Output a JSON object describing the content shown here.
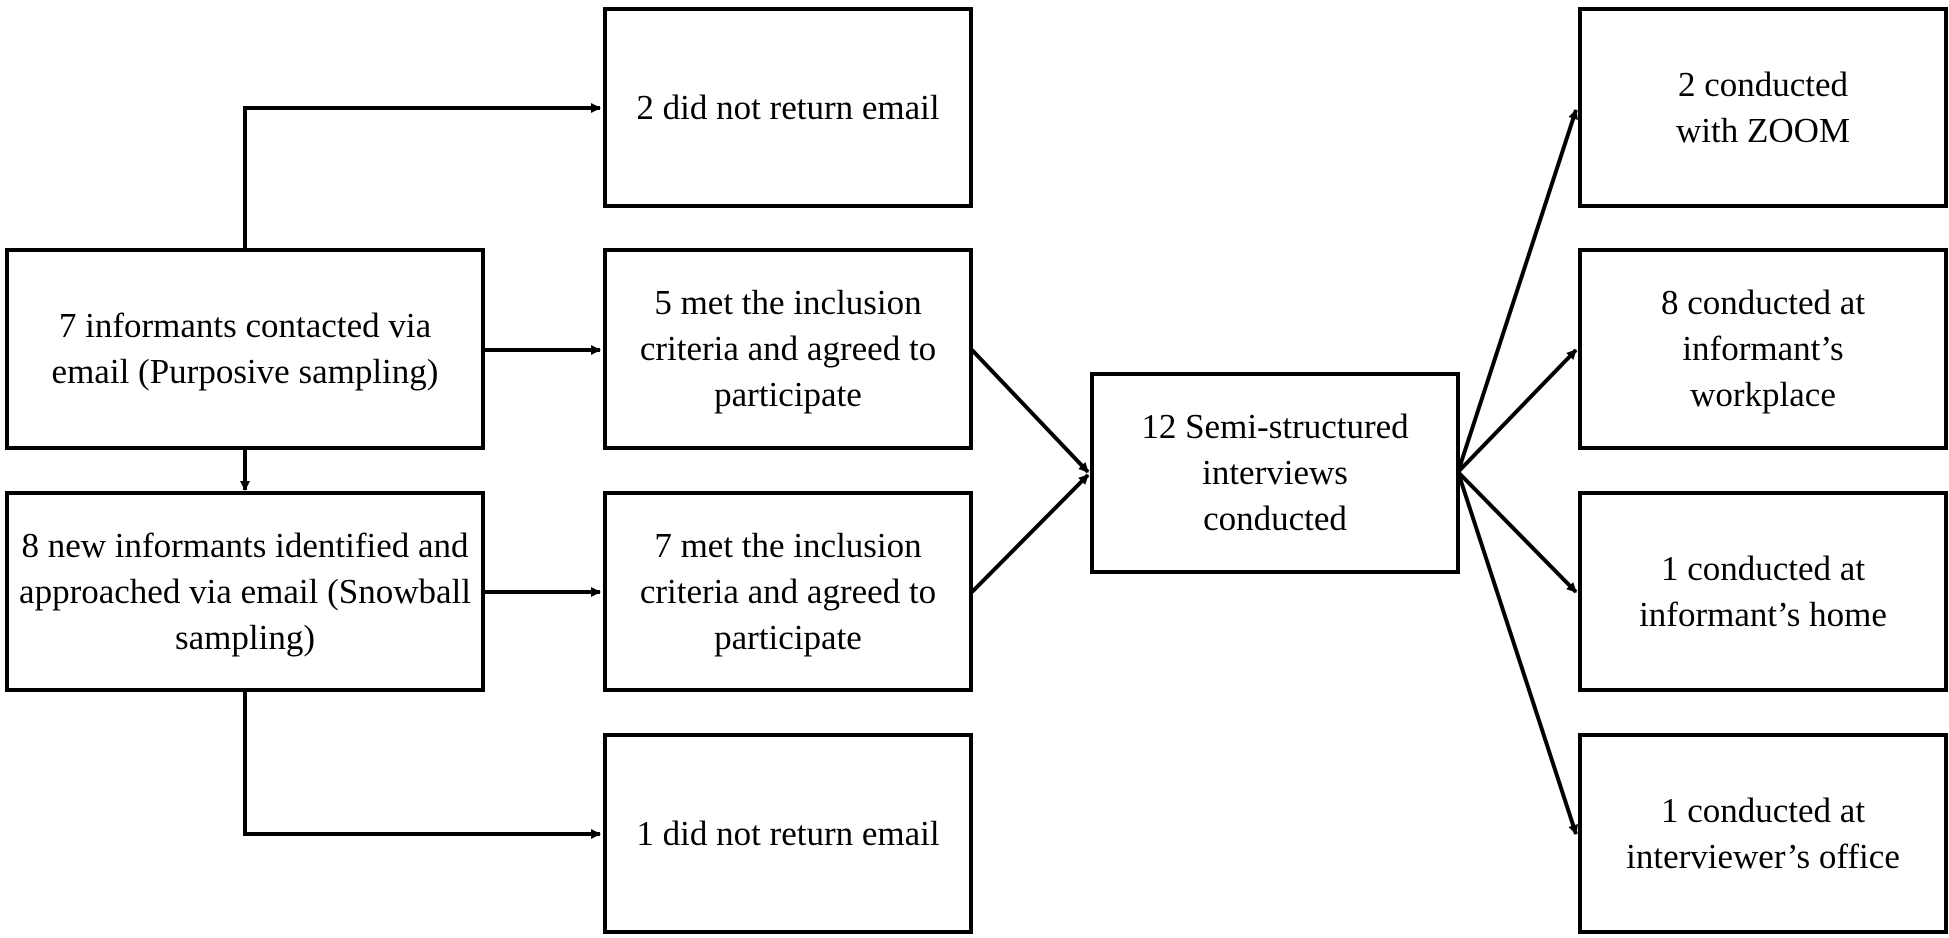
{
  "diagram": {
    "nodes": {
      "purposive": "7 informants contacted via email (Purposive sampling)",
      "snowball": "8 new informants identified and approached via email (Snowball sampling)",
      "no_return_top": "2 did not return email",
      "met_criteria_top": "5 met the inclusion criteria and agreed to participate",
      "met_criteria_bottom": "7 met the inclusion criteria and agreed to participate",
      "no_return_bottom": "1 did not return email",
      "interviews": "12 Semi-structured interviews conducted",
      "zoom": "2 conducted with ZOOM",
      "workplace": "8 conducted at informant’s workplace",
      "home": "1 conducted at informant’s home",
      "office": "1 conducted at interviewer’s office"
    }
  }
}
